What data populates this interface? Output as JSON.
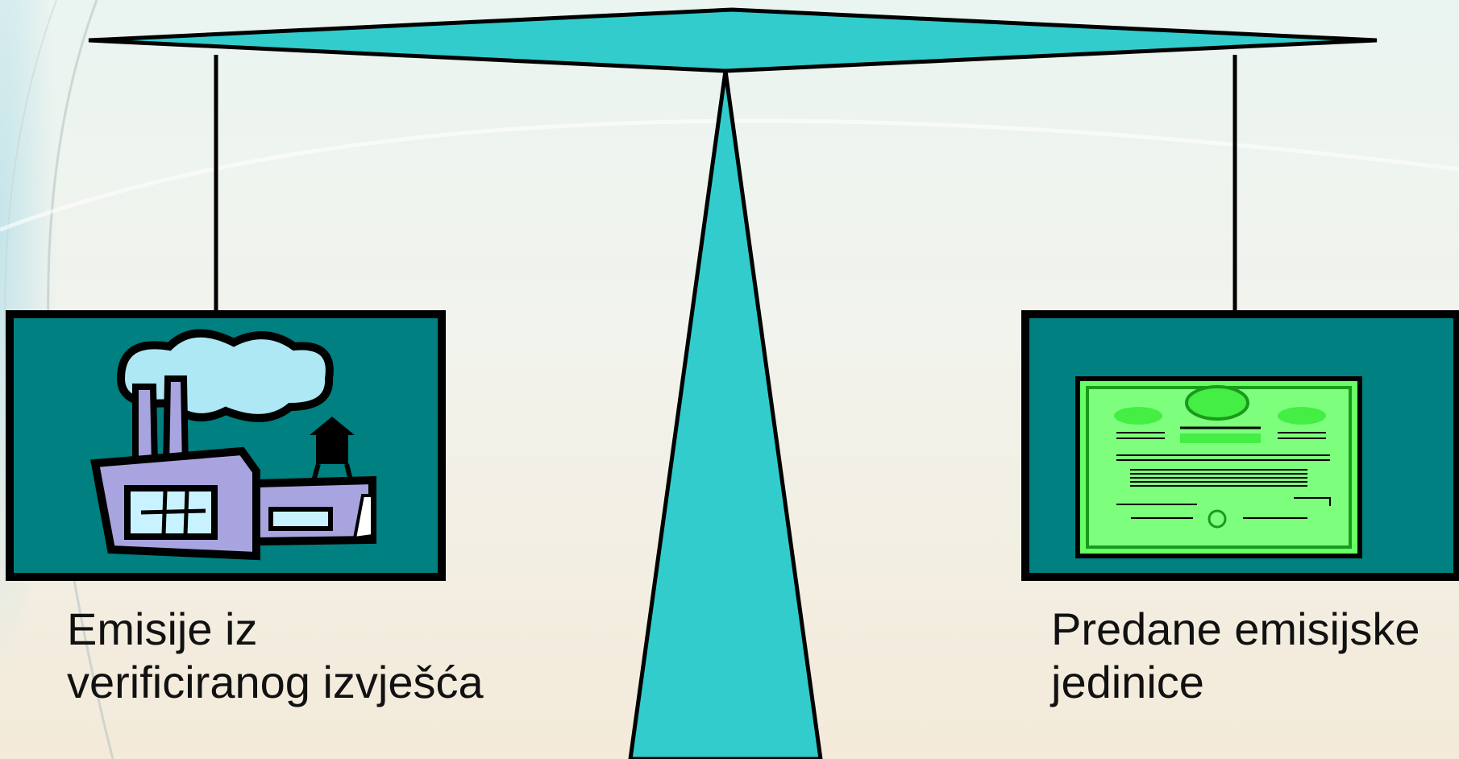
{
  "colors": {
    "beam_fill": "#33cccc",
    "panel_fill": "#008080",
    "outline": "#000000",
    "certificate_fill": "#66ff66"
  },
  "left_pan": {
    "icon": "factory-icon",
    "caption_lines": [
      "Emisije iz",
      "verificiranog izvješća"
    ]
  },
  "right_pan": {
    "icon": "certificate-icon",
    "caption_lines": [
      "Predane emisijske",
      "jedinice"
    ]
  }
}
